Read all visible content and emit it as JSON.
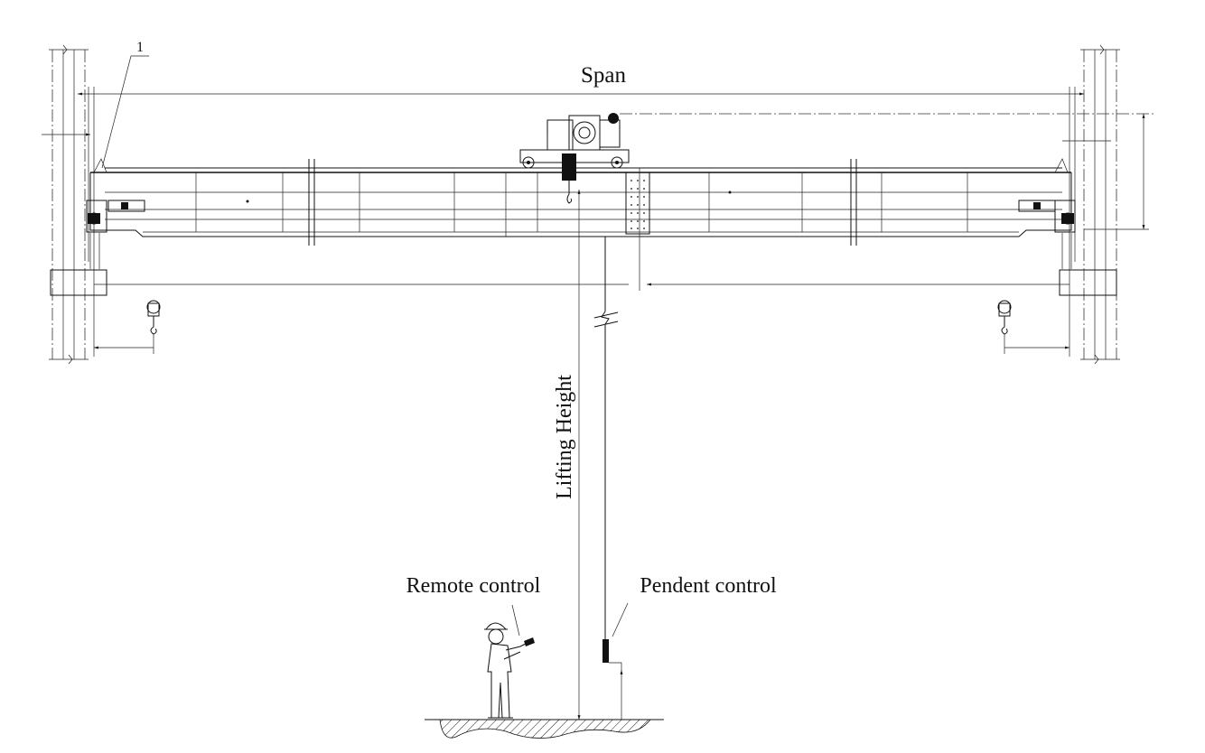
{
  "labels": {
    "part_number": "1",
    "span": "Span",
    "lifting_height": "Lifting Height",
    "remote_control": "Remote control",
    "pendent_control": "Pendent control"
  }
}
